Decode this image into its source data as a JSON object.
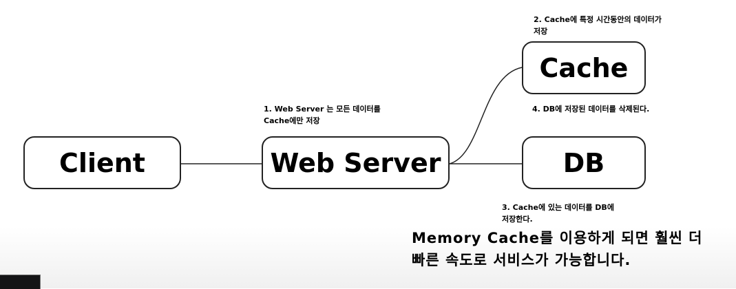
{
  "nodes": {
    "client": "Client",
    "web_server": "Web Server",
    "cache": "Cache",
    "db": "DB"
  },
  "notes": {
    "step1": "1. Web Server 는 모든 데이터를\nCache에만 저장",
    "step2": "2. Cache에 특정 시간동안의 데이터가\n저장",
    "step3": "3. Cache에 있는 데이터를 DB에\n저장한다.",
    "step4": "4. DB에 저장된 데이터를 삭제된다."
  },
  "subtitle": "Memory Cache를 이용하게 되면 훨씬 더\n빠른 속도로 서비스가 가능합니다."
}
